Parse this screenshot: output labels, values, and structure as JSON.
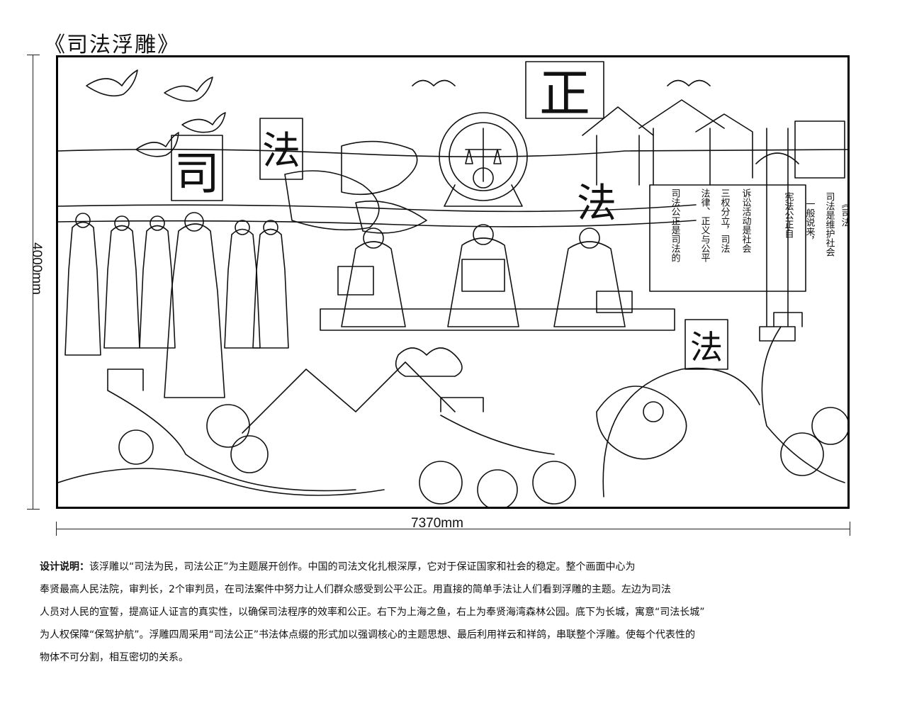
{
  "page": {
    "title": "《司法浮雕》",
    "width_label": "7370mm",
    "height_label": "4000mm"
  },
  "artwork": {
    "characters": [
      "正",
      "司",
      "法",
      "法",
      "法"
    ],
    "scroll_text": [
      "《司法",
      "司法是维护社会",
      "一般说来，",
      "宪法公正自",
      "诉讼活动是社会",
      "三权分立，司法",
      "法律、正义与公平",
      "司法公正是司法的"
    ]
  },
  "description": {
    "label": "设计说明：",
    "lines": [
      "该浮雕以“司法为民，司法公正”为主题展开创作。中国的司法文化扎根深厚，它对于保证国家和社会的稳定。整个画面中心为",
      "奉贤最高人民法院，审判长，2个审判员，在司法案件中努力让人们群众感受到公平公正。用直接的简单手法让人们看到浮雕的主题。左边为司法",
      "人员对人民的宣誓，提高证人证言的真实性，以确保司法程序的效率和公正。右下为上海之鱼，右上为奉贤海湾森林公园。底下为长城，寓意“司法长城”",
      "为人权保障“保驾护航”。浮雕四周采用“司法公正”书法体点缀的形式加以强调核心的主题思想、最后利用祥云和祥鸽，串联整个浮雕。使每个代表性的",
      "物体不可分割，相互密切的关系。"
    ]
  }
}
